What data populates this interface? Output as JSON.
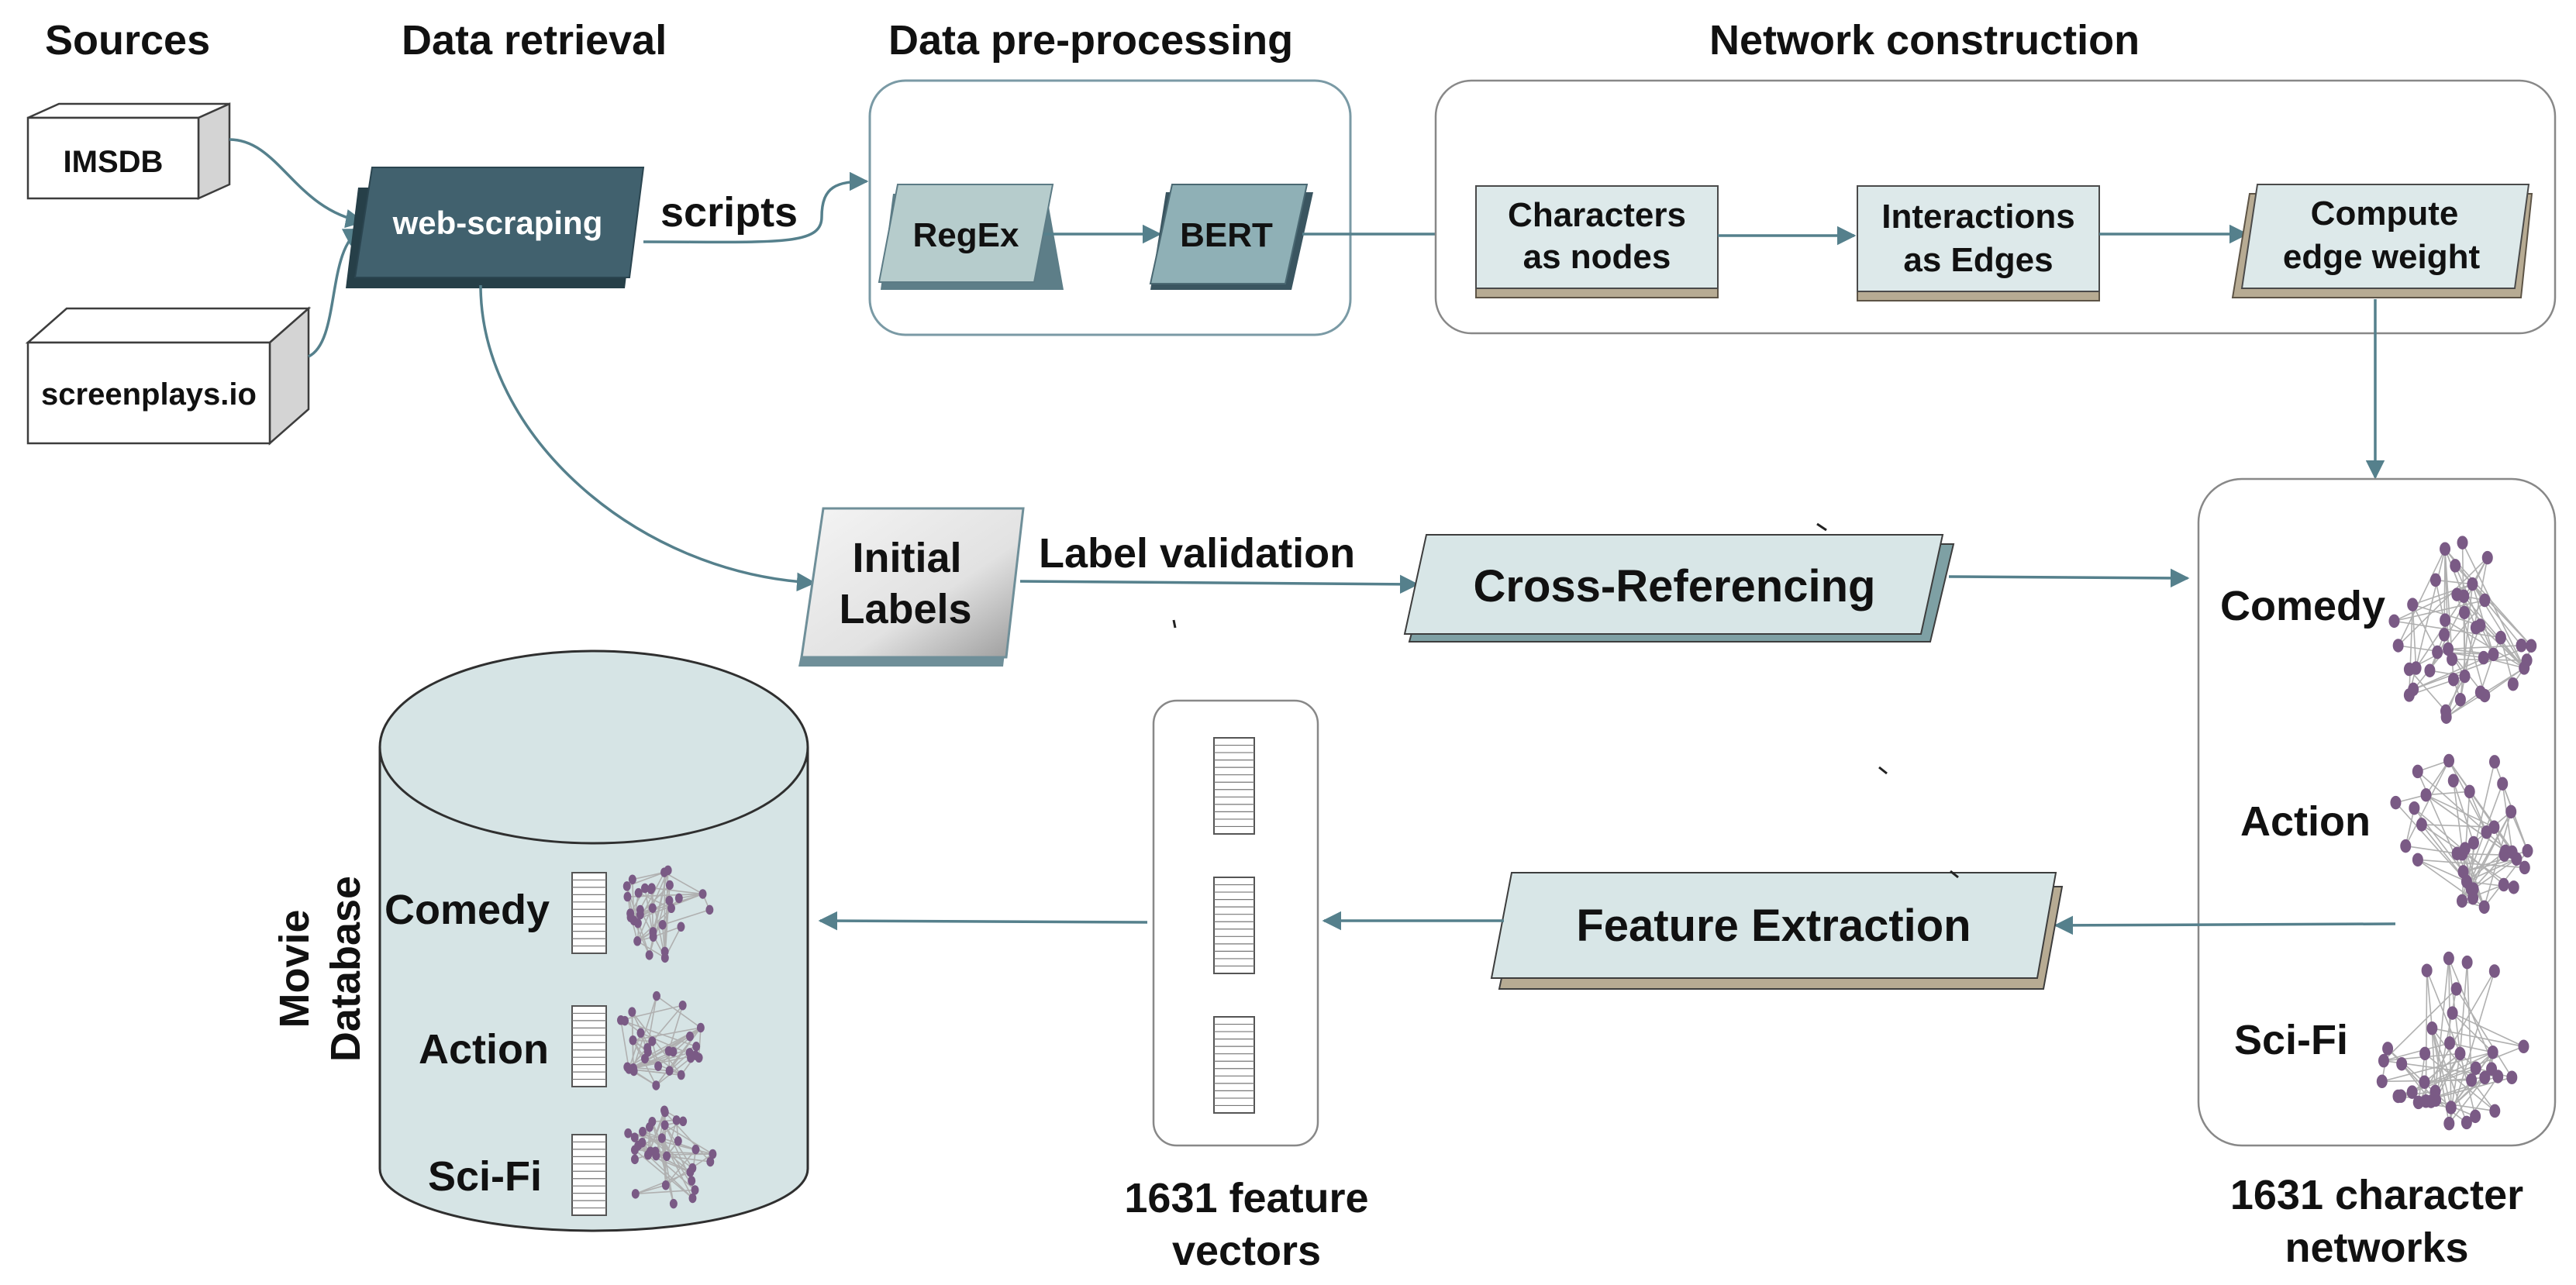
{
  "headers": {
    "sources": "Sources",
    "data_retrieval": "Data retrieval",
    "preprocessing": "Data pre-processing",
    "network_construction": "Network construction"
  },
  "sources": {
    "imsdb": "IMSDB",
    "screenplays": "screenplays.io"
  },
  "retrieval": {
    "web_scraping": "web-scraping",
    "scripts_label": "scripts"
  },
  "preprocessing": {
    "regex": "RegEx",
    "bert": "BERT"
  },
  "network": {
    "characters_line1": "Characters",
    "characters_line2": "as nodes",
    "interactions_line1": "Interactions",
    "interactions_line2": "as Edges",
    "weight_line1": "Compute",
    "weight_line2": "edge weight"
  },
  "labels": {
    "initial_line1": "Initial",
    "initial_line2": "Labels",
    "validation": "Label validation",
    "cross_referencing": "Cross-Referencing"
  },
  "networks": {
    "genres": [
      "Comedy",
      "Action",
      "Sci-Fi"
    ],
    "caption_line1": "1631 character",
    "caption_line2": "networks"
  },
  "features": {
    "extraction": "Feature Extraction",
    "caption_line1": "1631 feature",
    "caption_line2": "vectors"
  },
  "database": {
    "title_line1": "Movie",
    "title_line2": "Database",
    "genres": [
      "Comedy",
      "Action",
      "Sci-Fi"
    ]
  },
  "colors": {
    "arrow": "#55808c",
    "web_scraping": "#41616e",
    "light_box": "#d8e6e7",
    "node": "#7a5a85"
  }
}
